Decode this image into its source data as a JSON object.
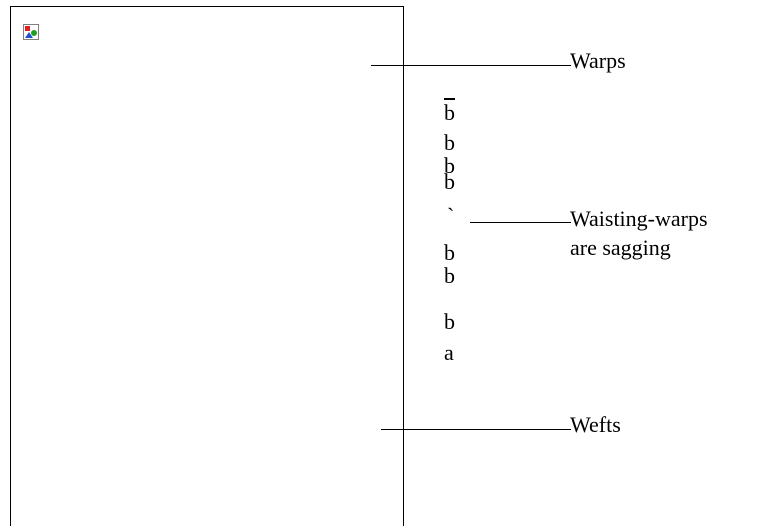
{
  "diagram": {
    "image_icon": "broken-image-icon",
    "labels": {
      "warps": "Warps",
      "waisting_line1": "Waisting-warps",
      "waisting_line2": "are sagging",
      "wefts": "Wefts"
    },
    "glyph_column": [
      "b",
      "b",
      "b",
      "b",
      "`",
      "b",
      "b",
      "b",
      "a"
    ]
  }
}
